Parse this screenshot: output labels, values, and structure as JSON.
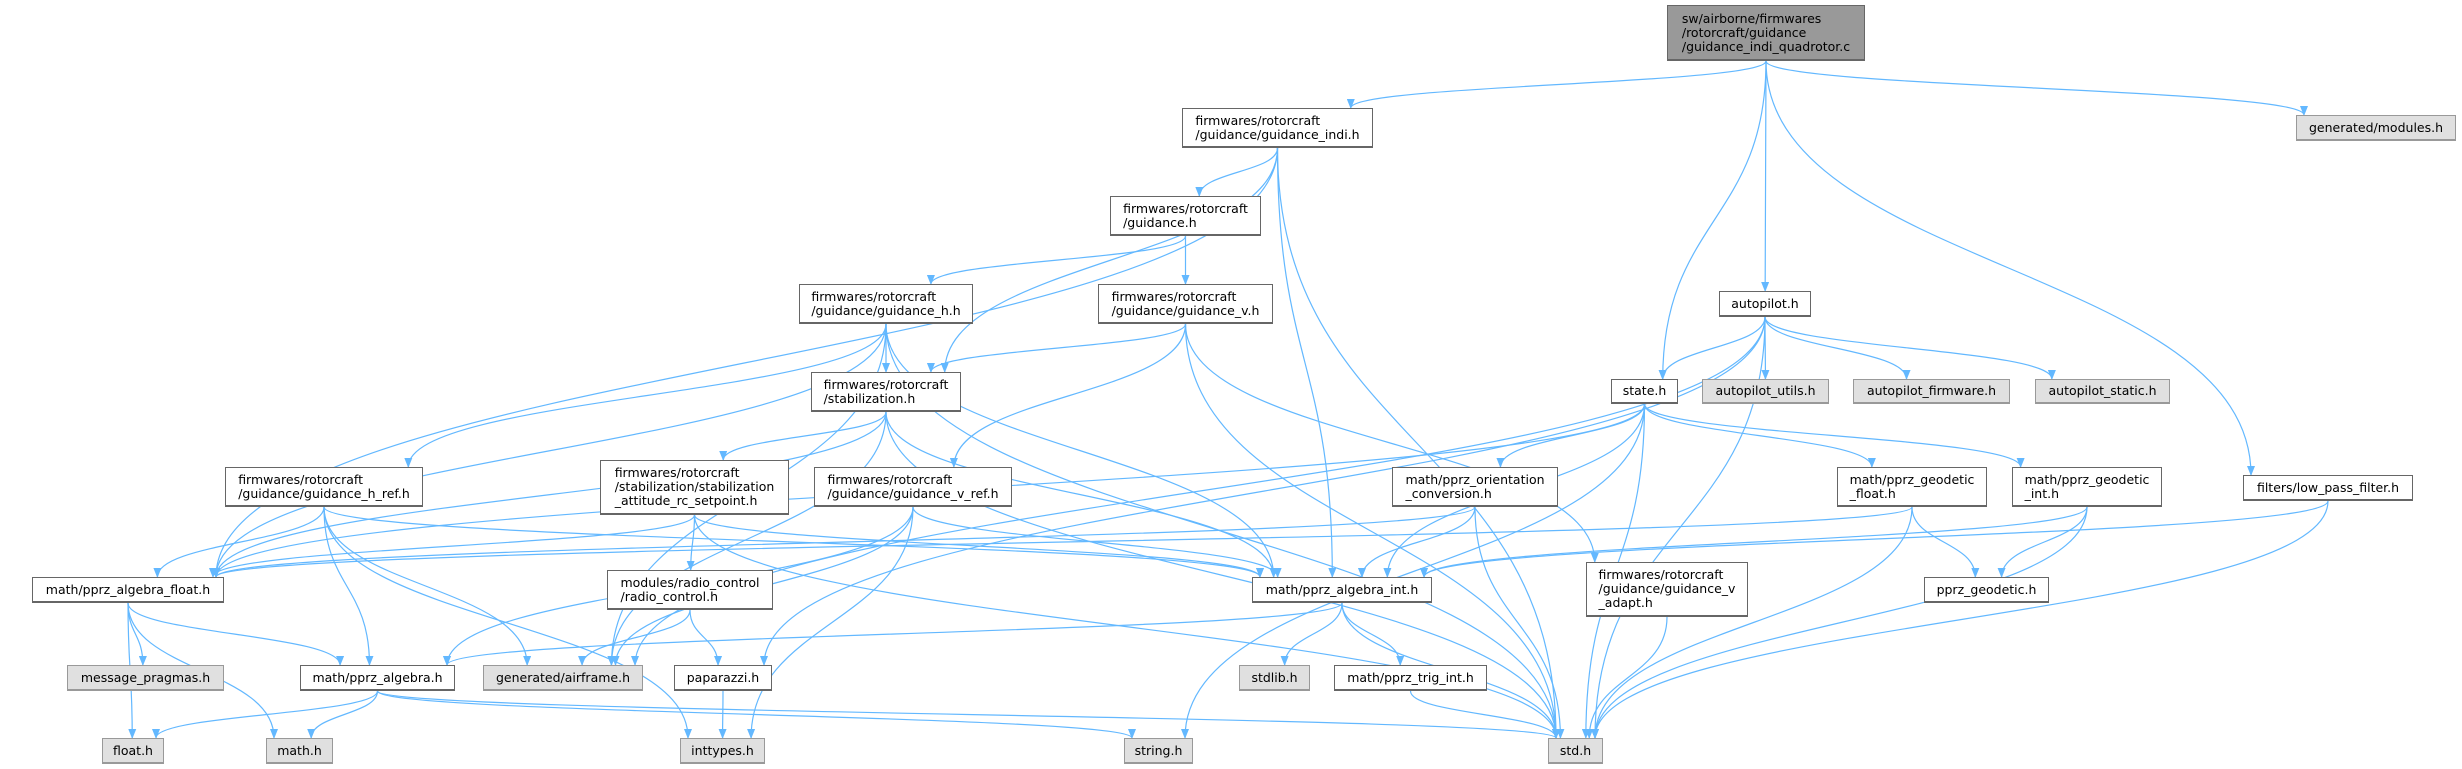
{
  "colors": {
    "edge": "#63b8ff",
    "root_fill": "#999999",
    "external_fill": "#e0e0e0",
    "node_fill": "#ffffff"
  },
  "nodes": {
    "root": "sw/airborne/firmwares\n/rotorcraft/guidance\n/guidance_indi_quadrotor.c",
    "modules": "generated/modules.h",
    "guidance_indi": "firmwares/rotorcraft\n/guidance/guidance_indi.h",
    "guidance": "firmwares/rotorcraft\n/guidance.h",
    "guidance_h": "firmwares/rotorcraft\n/guidance/guidance_h.h",
    "guidance_v": "firmwares/rotorcraft\n/guidance/guidance_v.h",
    "stabilization": "firmwares/rotorcraft\n/stabilization.h",
    "autopilot": "autopilot.h",
    "state": "state.h",
    "autopilot_utils": "autopilot_utils.h",
    "autopilot_firmware": "autopilot_firmware.h",
    "autopilot_static": "autopilot_static.h",
    "guidance_h_ref": "firmwares/rotorcraft\n/guidance/guidance_h_ref.h",
    "rc_setpoint": "firmwares/rotorcraft\n/stabilization/stabilization\n_attitude_rc_setpoint.h",
    "guidance_v_ref": "firmwares/rotorcraft\n/guidance/guidance_v_ref.h",
    "orientation_conversion": "math/pprz_orientation\n_conversion.h",
    "geodetic_float": "math/pprz_geodetic\n_float.h",
    "geodetic_int": "math/pprz_geodetic\n_int.h",
    "low_pass_filter": "filters/low_pass_filter.h",
    "algebra_float": "math/pprz_algebra_float.h",
    "radio_control": "modules/radio_control\n/radio_control.h",
    "algebra_int": "math/pprz_algebra_int.h",
    "guidance_v_adapt": "firmwares/rotorcraft\n/guidance/guidance_v\n_adapt.h",
    "pprz_geodetic": "pprz_geodetic.h",
    "message_pragmas": "message_pragmas.h",
    "algebra": "math/pprz_algebra.h",
    "airframe": "generated/airframe.h",
    "paparazzi": "paparazzi.h",
    "stdlib": "stdlib.h",
    "trig_int": "math/pprz_trig_int.h",
    "float_h": "float.h",
    "math_h": "math.h",
    "inttypes": "inttypes.h",
    "string_h": "string.h",
    "std": "std.h"
  },
  "edges": [
    [
      "root",
      "guidance_indi"
    ],
    [
      "root",
      "state"
    ],
    [
      "root",
      "autopilot"
    ],
    [
      "root",
      "modules"
    ],
    [
      "root",
      "low_pass_filter"
    ],
    [
      "guidance_indi",
      "algebra_float"
    ],
    [
      "guidance_indi",
      "stabilization"
    ],
    [
      "guidance_indi",
      "algebra_int"
    ],
    [
      "guidance_indi",
      "guidance"
    ],
    [
      "guidance_indi",
      "std"
    ],
    [
      "guidance",
      "guidance_h"
    ],
    [
      "guidance",
      "guidance_v"
    ],
    [
      "guidance_h",
      "algebra_float"
    ],
    [
      "guidance_h",
      "guidance_h_ref"
    ],
    [
      "guidance_h",
      "airframe"
    ],
    [
      "guidance_h",
      "stabilization"
    ],
    [
      "guidance_h",
      "algebra_int"
    ],
    [
      "guidance_h",
      "std"
    ],
    [
      "guidance_v",
      "stabilization"
    ],
    [
      "guidance_v",
      "guidance_v_ref"
    ],
    [
      "guidance_v",
      "std"
    ],
    [
      "guidance_v",
      "guidance_v_adapt"
    ],
    [
      "stabilization",
      "algebra_float"
    ],
    [
      "stabilization",
      "airframe"
    ],
    [
      "stabilization",
      "rc_setpoint"
    ],
    [
      "stabilization",
      "algebra_int"
    ],
    [
      "stabilization",
      "std"
    ],
    [
      "autopilot",
      "airframe"
    ],
    [
      "autopilot",
      "state"
    ],
    [
      "autopilot",
      "autopilot_utils"
    ],
    [
      "autopilot",
      "autopilot_firmware"
    ],
    [
      "autopilot",
      "autopilot_static"
    ],
    [
      "autopilot",
      "paparazzi"
    ],
    [
      "autopilot",
      "std"
    ],
    [
      "state",
      "algebra_float"
    ],
    [
      "state",
      "orientation_conversion"
    ],
    [
      "state",
      "algebra_int"
    ],
    [
      "state",
      "geodetic_float"
    ],
    [
      "state",
      "geodetic_int"
    ],
    [
      "state",
      "std"
    ],
    [
      "state",
      "string_h"
    ],
    [
      "guidance_h_ref",
      "algebra_float"
    ],
    [
      "guidance_h_ref",
      "algebra"
    ],
    [
      "guidance_h_ref",
      "airframe"
    ],
    [
      "guidance_h_ref",
      "inttypes"
    ],
    [
      "guidance_h_ref",
      "algebra_int"
    ],
    [
      "rc_setpoint",
      "algebra_float"
    ],
    [
      "rc_setpoint",
      "radio_control"
    ],
    [
      "rc_setpoint",
      "algebra_int"
    ],
    [
      "rc_setpoint",
      "std"
    ],
    [
      "guidance_v_ref",
      "algebra"
    ],
    [
      "guidance_v_ref",
      "airframe"
    ],
    [
      "guidance_v_ref",
      "inttypes"
    ],
    [
      "guidance_v_ref",
      "algebra_int"
    ],
    [
      "orientation_conversion",
      "algebra_float"
    ],
    [
      "orientation_conversion",
      "algebra_int"
    ],
    [
      "orientation_conversion",
      "std"
    ],
    [
      "geodetic_float",
      "algebra_float"
    ],
    [
      "geodetic_float",
      "pprz_geodetic"
    ],
    [
      "geodetic_float",
      "std"
    ],
    [
      "geodetic_int",
      "algebra_int"
    ],
    [
      "geodetic_int",
      "pprz_geodetic"
    ],
    [
      "geodetic_int",
      "std"
    ],
    [
      "low_pass_filter",
      "algebra_int"
    ],
    [
      "low_pass_filter",
      "std"
    ],
    [
      "algebra_float",
      "message_pragmas"
    ],
    [
      "algebra_float",
      "algebra"
    ],
    [
      "algebra_float",
      "float_h"
    ],
    [
      "algebra_float",
      "math_h"
    ],
    [
      "radio_control",
      "airframe"
    ],
    [
      "radio_control",
      "paparazzi"
    ],
    [
      "algebra_int",
      "algebra"
    ],
    [
      "algebra_int",
      "stdlib"
    ],
    [
      "algebra_int",
      "trig_int"
    ],
    [
      "algebra_int",
      "std"
    ],
    [
      "algebra",
      "float_h"
    ],
    [
      "algebra",
      "math_h"
    ],
    [
      "algebra",
      "string_h"
    ],
    [
      "algebra",
      "std"
    ],
    [
      "paparazzi",
      "inttypes"
    ],
    [
      "guidance_v_adapt",
      "std"
    ],
    [
      "trig_int",
      "std"
    ]
  ]
}
